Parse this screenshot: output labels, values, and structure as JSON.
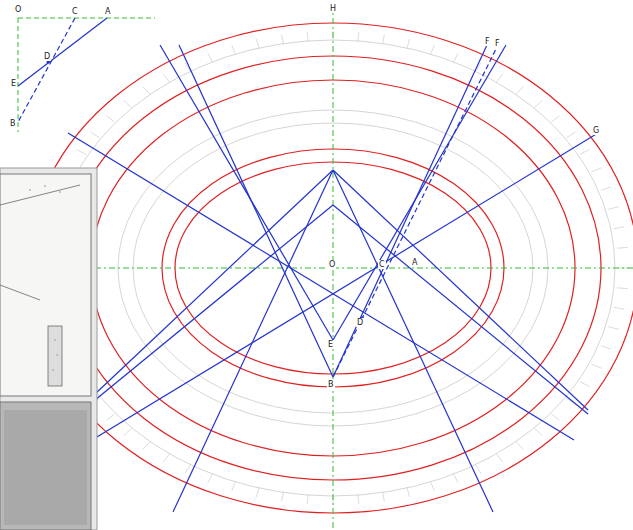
{
  "diagram": {
    "labels": [
      "O",
      "C",
      "A",
      "D",
      "E",
      "B",
      "H",
      "F",
      "F",
      "G",
      "O",
      "C",
      "A",
      "D",
      "E",
      "B"
    ]
  }
}
